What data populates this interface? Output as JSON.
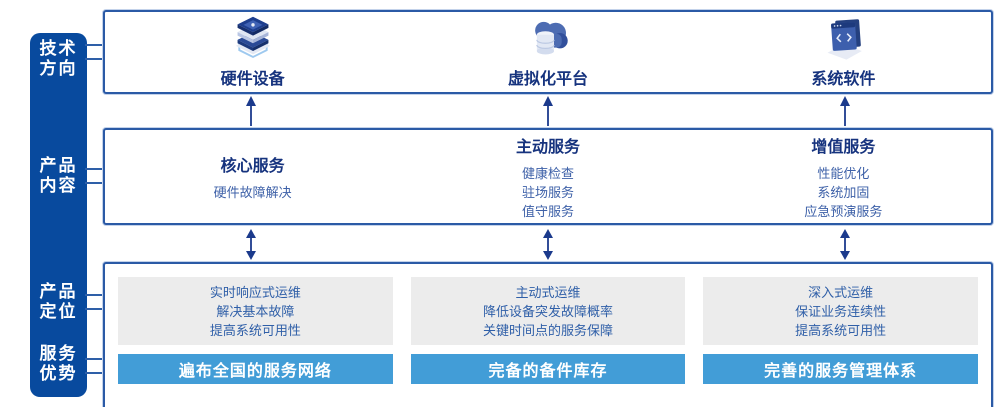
{
  "sidebar": {
    "labels": [
      [
        "技术",
        "方向"
      ],
      [
        "产品",
        "内容"
      ],
      [
        "产品",
        "定位"
      ],
      [
        "服务",
        "优势"
      ]
    ]
  },
  "tech_row": {
    "items": [
      {
        "label": "硬件设备",
        "icon": "server-stack-icon"
      },
      {
        "label": "虚拟化平台",
        "icon": "cloud-database-icon"
      },
      {
        "label": "系统软件",
        "icon": "code-window-icon"
      }
    ]
  },
  "content_row": {
    "columns": [
      {
        "heading": "核心服务",
        "items": [
          "硬件故障解决"
        ]
      },
      {
        "heading": "主动服务",
        "items": [
          "健康检查",
          "驻场服务",
          "值守服务"
        ]
      },
      {
        "heading": "增值服务",
        "items": [
          "性能优化",
          "系统加固",
          "应急预演服务"
        ]
      }
    ]
  },
  "positioning_row": {
    "columns": [
      {
        "lines": [
          "实时响应式运维",
          "解决基本故障",
          "提高系统可用性"
        ],
        "advantage": "遍布全国的服务网络"
      },
      {
        "lines": [
          "主动式运维",
          "降低设备突发故障概率",
          "关键时间点的服务保障"
        ],
        "advantage": "完备的备件库存"
      },
      {
        "lines": [
          "深入式运维",
          "保证业务连续性",
          "提高系统可用性"
        ],
        "advantage": "完善的服务管理体系"
      }
    ]
  },
  "colors": {
    "sidebar_blue": "#084a9e",
    "box_border_blue": "#2b5aa6",
    "heading_navy": "#16337e",
    "item_blue": "#3e61a8",
    "arrow_navy": "#1b3a8c",
    "gray_panel": "#ececec",
    "advantage_bar_blue": "#429dd7"
  }
}
